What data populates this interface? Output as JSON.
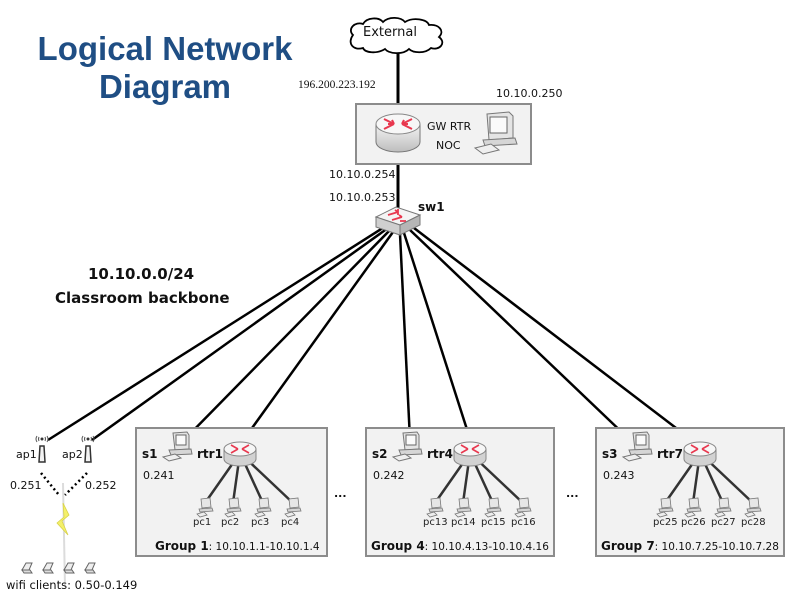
{
  "title": {
    "line1": "Logical Network",
    "line2": "Diagram"
  },
  "external": {
    "label": "External",
    "ip": "196.200.223.192"
  },
  "gateway": {
    "router_label_1": "GW RTR",
    "router_label_2": "NOC",
    "noc_ip": "10.10.0.250",
    "inside_ip": "10.10.0.254"
  },
  "switch": {
    "name": "sw1",
    "ip": "10.10.0.253"
  },
  "backbone": {
    "subnet": "10.10.0.0/24",
    "name": "Classroom backbone"
  },
  "wifi": {
    "aps": [
      {
        "name": "ap1",
        "ip": "0.251"
      },
      {
        "name": "ap2",
        "ip": "0.252"
      }
    ],
    "clients_label": "wifi clients: 0.50-0.149"
  },
  "ellipsis": "...",
  "groups": [
    {
      "server": "s1",
      "server_ip": "0.241",
      "router": "rtr1",
      "pcs": [
        "pc1",
        "pc2",
        "pc3",
        "pc4"
      ],
      "label": "Group 1",
      "range": ": 10.10.1.1-10.10.1.4"
    },
    {
      "server": "s2",
      "server_ip": "0.242",
      "router": "rtr4",
      "pcs": [
        "pc13",
        "pc14",
        "pc15",
        "pc16"
      ],
      "label": "Group 4",
      "range": ": 10.10.4.13-10.10.4.16"
    },
    {
      "server": "s3",
      "server_ip": "0.243",
      "router": "rtr7",
      "pcs": [
        "pc25",
        "pc26",
        "pc27",
        "pc28"
      ],
      "label": "Group 7",
      "range": ": 10.10.7.25-10.10.7.28"
    }
  ],
  "colors": {
    "title": "#1f4e84",
    "router_arrow": "#e8384f",
    "box_fill": "#f2f2f2",
    "box_border": "#8c8c8c",
    "link": "#000000",
    "wifi_bolt": "#f4f06a"
  }
}
